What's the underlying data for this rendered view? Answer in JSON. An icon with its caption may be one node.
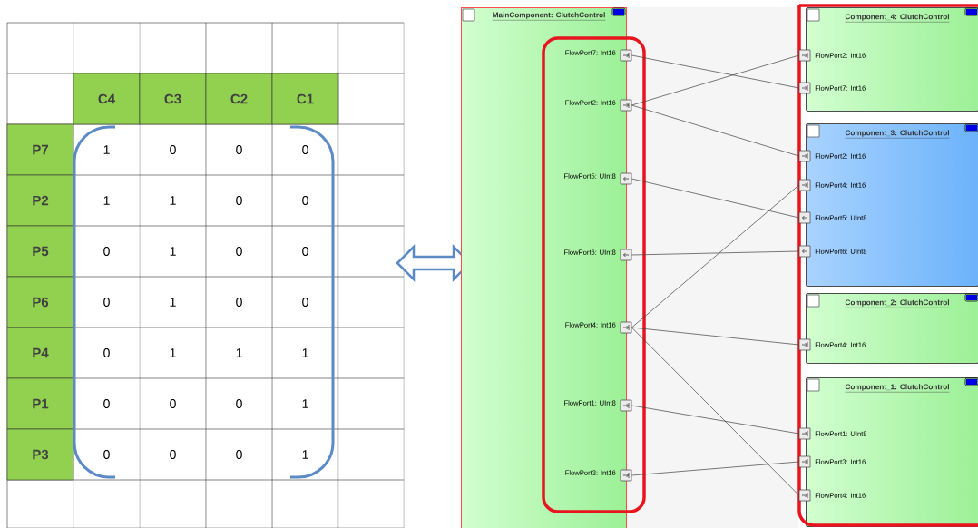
{
  "diagram": {
    "nodes": [
      {
        "text": [
          "MainComponent: ClutchControl"
        ]
      },
      {
        "text": [
          "FlowPort7: Int16"
        ],
        "in": 0
      },
      {
        "text": [
          "FlowPort2: Int16"
        ],
        "in": 0
      },
      {
        "text": [
          "FlowPort5: UInt8"
        ],
        "in": 0
      },
      {
        "text": [
          "FlowPort6: UInt8"
        ],
        "in": 0
      },
      {
        "text": [
          "FlowPort4: Int16"
        ],
        "in": 0
      },
      {
        "text": [
          "FlowPort1: UInt8"
        ],
        "in": 0
      },
      {
        "text": [
          "FlowPort3: Int16"
        ],
        "in": 0
      },
      {
        "text": [
          "Component_4: ClutchControl"
        ]
      },
      {
        "text": [
          "FlowPort2: Int16"
        ],
        "in": 8
      },
      {
        "text": [
          "FlowPort7: Int16"
        ],
        "in": 8
      },
      {
        "text": [
          "Component_3: ClutchControl"
        ]
      },
      {
        "text": [
          "FlowPort2: Int16"
        ],
        "in": 11
      },
      {
        "text": [
          "FlowPort4: Int16"
        ],
        "in": 11
      },
      {
        "text": [
          "FlowPort5: UInt8"
        ],
        "in": 11
      },
      {
        "text": [
          "FlowPort6: UInt8"
        ],
        "in": 11
      },
      {
        "text": [
          "Component_2: ClutchControl"
        ]
      },
      {
        "text": [
          "FlowPort4: Int16"
        ],
        "in": 16
      },
      {
        "text": [
          "Component_1: ClutchControl"
        ]
      },
      {
        "text": [
          "FlowPort1: UInt8"
        ],
        "in": 18
      },
      {
        "text": [
          "FlowPort3: Int16"
        ],
        "in": 18
      },
      {
        "text": [
          "FlowPort4: Int16"
        ],
        "in": 18
      }
    ],
    "edges": [
      {
        "from": 1,
        "to": 10,
        "arrow": "none"
      },
      {
        "from": 2,
        "to": 9,
        "arrow": "none"
      },
      {
        "from": 2,
        "to": 12,
        "arrow": "none"
      },
      {
        "from": 3,
        "to": 14,
        "arrow": "none"
      },
      {
        "from": 4,
        "to": 15,
        "arrow": "none"
      },
      {
        "from": 5,
        "to": 13,
        "arrow": "none"
      },
      {
        "from": 5,
        "to": 17,
        "arrow": "none"
      },
      {
        "from": 5,
        "to": 21,
        "arrow": "none"
      },
      {
        "from": 6,
        "to": 19,
        "arrow": "none"
      },
      {
        "from": 7,
        "to": 20,
        "arrow": "none"
      }
    ],
    "labels": [
      "C4",
      "C3",
      "C2",
      "C1",
      "P7",
      "1",
      "0",
      "0",
      "0",
      "P2",
      "1",
      "1",
      "0",
      "0",
      "P5",
      "0",
      "1",
      "0",
      "0",
      "P6",
      "0",
      "1",
      "0",
      "0",
      "P4",
      "0",
      "1",
      "1",
      "1",
      "P1",
      "0",
      "0",
      "0",
      "1",
      "P3",
      "0",
      "0",
      "0",
      "1"
    ]
  }
}
